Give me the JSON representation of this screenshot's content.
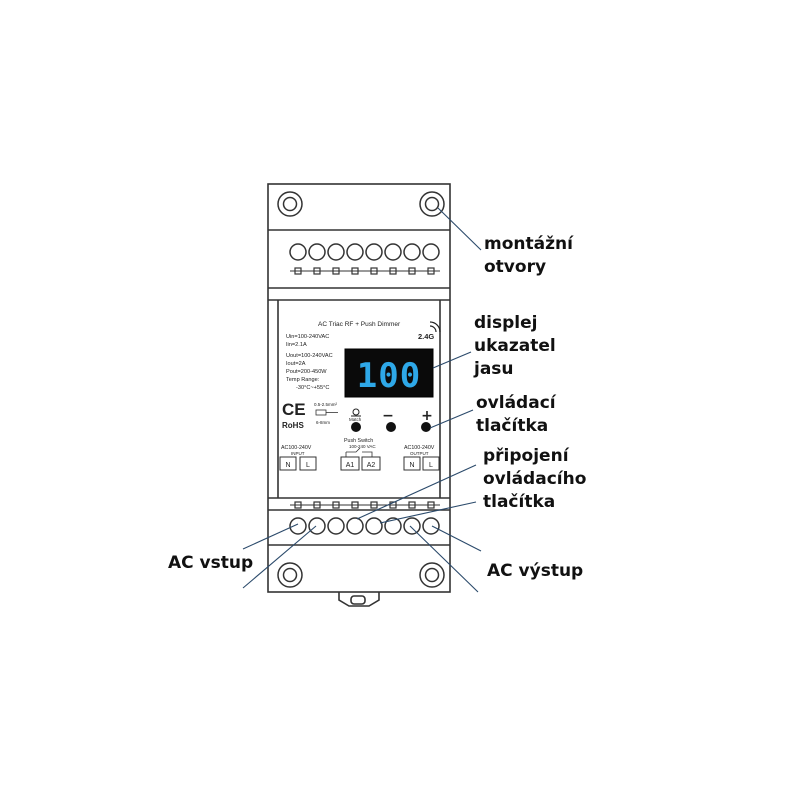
{
  "device": {
    "title": "AC Triac RF + Push Dimmer",
    "rf_band": "2.4G",
    "specs": [
      "Uin=100-240VAC",
      "Iin=2.1A",
      "Uout=100-240VAC",
      "Iout=2A",
      "Pout=200-450W",
      "Temp Range:",
      "-30°C~+55°C"
    ],
    "display_value": "100",
    "display_color": "#2ea8e8",
    "certifications": {
      "ce": "CE",
      "rohs": "RoHS"
    },
    "wire_spec": {
      "gauge": "0.5-2.5mm²",
      "strip": "6-8mm"
    },
    "buttons": {
      "match_label": "Match",
      "minus_symbol": "−",
      "plus_symbol": "+"
    },
    "input_block": {
      "label": "AC100-240V",
      "sublabel": "INPUT",
      "terminals": [
        "N",
        "L"
      ]
    },
    "push_block": {
      "label": "Push Switch",
      "sublabel": "100-240 VAC",
      "terminals": [
        "A1",
        "A2"
      ]
    },
    "output_block": {
      "label": "AC100-240V",
      "sublabel": "OUTPUT",
      "terminals": [
        "N",
        "L"
      ]
    }
  },
  "callouts": {
    "mounting_holes": [
      "montážní",
      "otvory"
    ],
    "display": [
      "displej",
      "ukazatel",
      "jasu"
    ],
    "buttons": [
      "ovládací",
      "tlačítka"
    ],
    "push_connection": [
      "připojení",
      "ovládacího",
      "tlačítka"
    ],
    "ac_input": "AC vstup",
    "ac_output": "AC výstup"
  }
}
